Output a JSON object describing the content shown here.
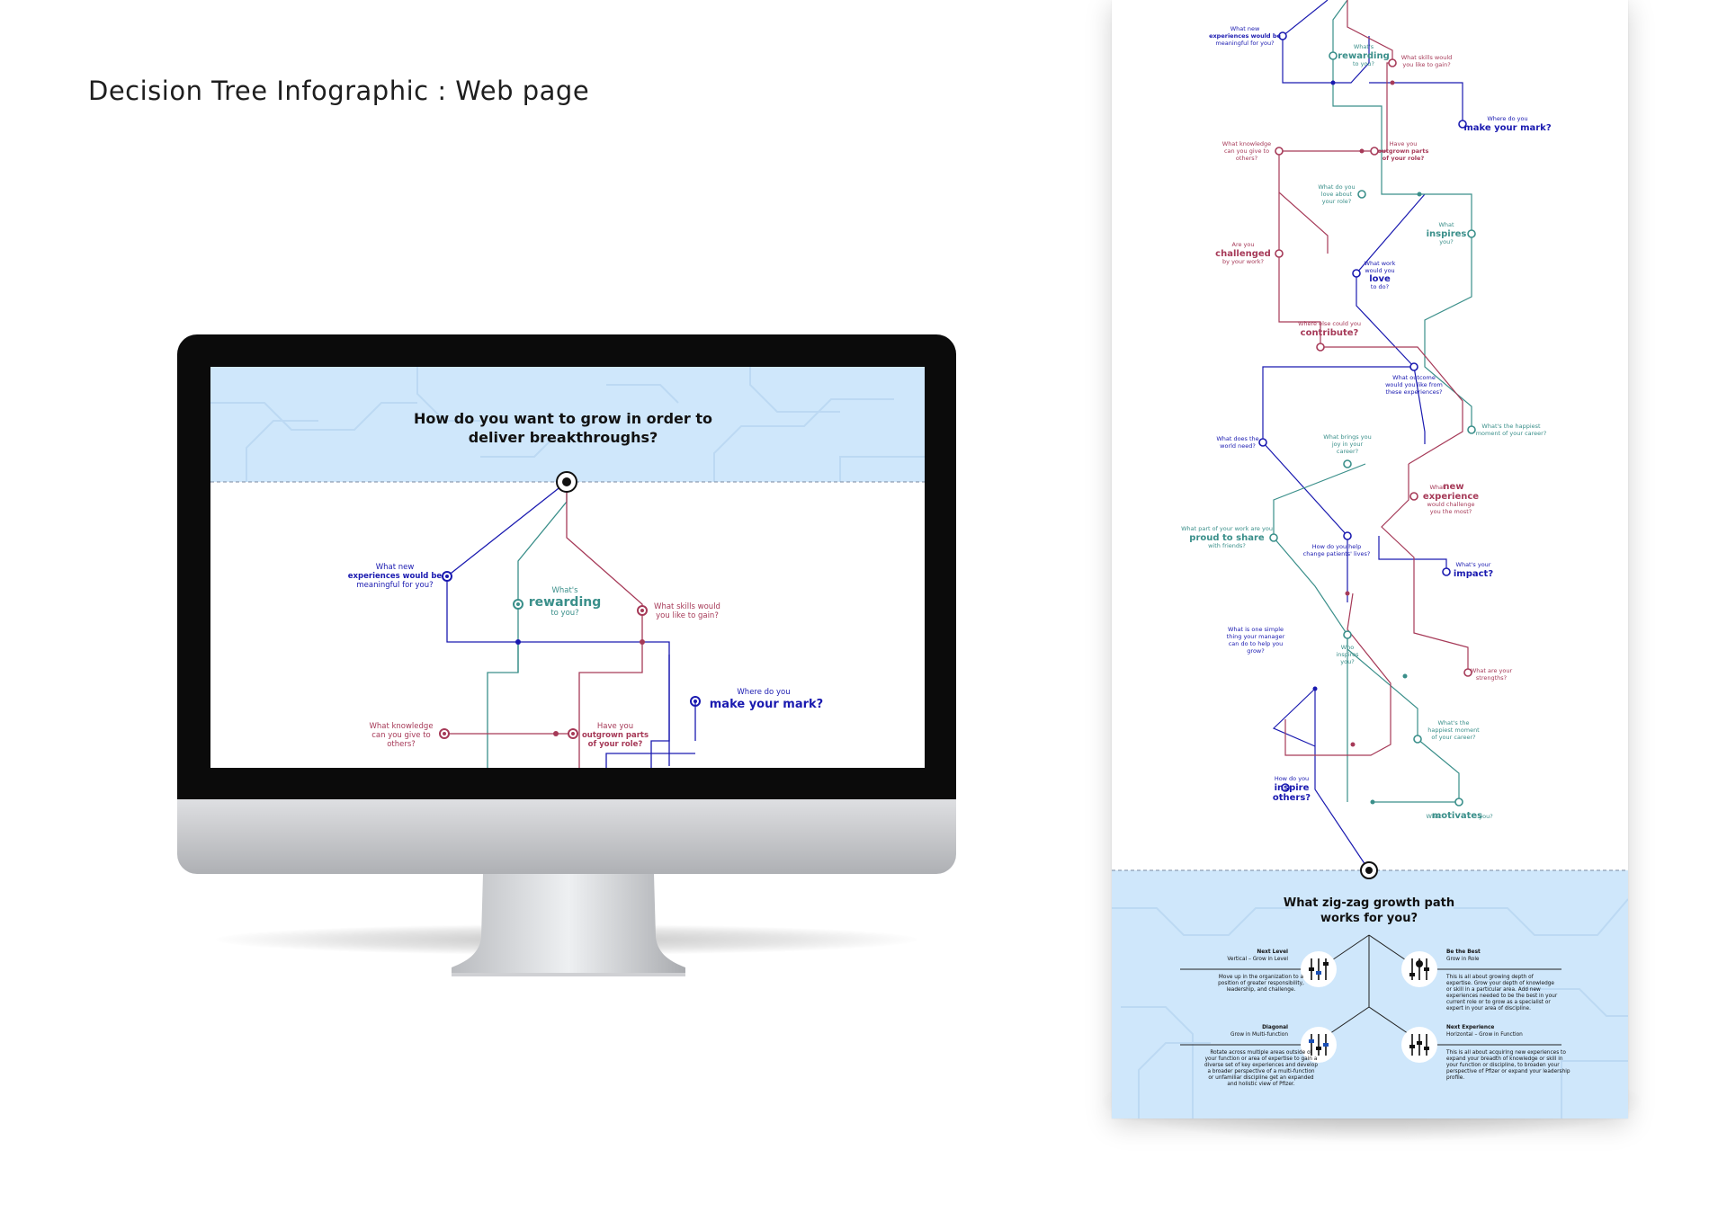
{
  "page_title": "Decision Tree Infographic : Web page",
  "colors": {
    "blue": "#1a1ab0",
    "teal": "#3a8f8a",
    "maroon": "#a63a58",
    "light_blue": "#cfe7fb"
  },
  "monitor_screen": {
    "heading_line1": "How do you want to grow in order to",
    "heading_line2": "deliver breakthroughs?",
    "nodes": {
      "new_exp": [
        "What new",
        "experiences would be",
        "meaningful for you?"
      ],
      "rewarding": [
        "What's",
        "rewarding",
        "to you?"
      ],
      "skills": [
        "What skills would",
        "you like to gain?"
      ],
      "mark": [
        "Where do you",
        "make your mark?"
      ],
      "knowledge": [
        "What knowledge",
        "can you give to",
        "others?"
      ],
      "outgrown": [
        "Have you",
        "outgrown parts",
        "of your role?"
      ]
    }
  },
  "long_page": {
    "nodes": {
      "new_exp": [
        "What new",
        "experiences would be",
        "meaningful for you?"
      ],
      "rewarding": [
        "What's",
        "rewarding",
        "to you?"
      ],
      "skills": [
        "What skills would",
        "you like to gain?"
      ],
      "mark": [
        "Where do you",
        "make your mark?"
      ],
      "knowledge": [
        "What knowledge",
        "can you give to",
        "others?"
      ],
      "outgrown": [
        "Have you",
        "outgrown parts",
        "of your role?"
      ],
      "love_role": [
        "What do you",
        "love about",
        "your role?"
      ],
      "inspires": [
        "What",
        "inspires",
        "you?"
      ],
      "challenged": [
        "Are you",
        "challenged",
        "by your work?"
      ],
      "love_to_do": [
        "What work",
        "would you",
        "love",
        "to do?"
      ],
      "contribute": [
        "Where else could you",
        "contribute?"
      ],
      "outcome": [
        "What outcome",
        "would you like from",
        "these experiences?"
      ],
      "world_need": [
        "What does the",
        "world need?"
      ],
      "joy": [
        "What brings you",
        "joy in your",
        "career?"
      ],
      "happiest1": [
        "What's the happiest",
        "moment of your career?"
      ],
      "new_experience": [
        "What",
        "new",
        "experience",
        "would challenge",
        "you the most?"
      ],
      "proud": [
        "What part of your work are you",
        "proud to share",
        "with friends?"
      ],
      "patients": [
        "How do you help",
        "change patients' lives?"
      ],
      "impact": [
        "What's your",
        "impact?"
      ],
      "one_simple": [
        "What is one simple",
        "thing your manager",
        "can do to help you",
        "grow?"
      ],
      "who_inspires": [
        "Who",
        "inspires",
        "you?"
      ],
      "strengths": [
        "What are your",
        "strengths?"
      ],
      "happiest2": [
        "What's the",
        "happiest moment",
        "of your career?"
      ],
      "inspire_others": [
        "How do you",
        "inspire",
        "others?"
      ],
      "motivates": [
        "What",
        "motivates",
        "you?"
      ]
    },
    "footer": {
      "heading_line1": "What zig-zag growth path",
      "heading_line2": "works for you?",
      "paths": [
        {
          "title": "Next Level",
          "subtitle": "Vertical – Grow in Level",
          "desc": [
            "Move up in the organization to a",
            "position of greater responsibility,",
            "leadership, and challenge."
          ]
        },
        {
          "title": "Be the Best",
          "subtitle": "Grow in Role",
          "desc": [
            "This is all about growing depth of",
            "expertise. Grow your depth of knowledge",
            "or skill in a particular area. Add new",
            "experiences needed to be the best in your",
            "current role or to grow as a specialist or",
            "expert in your area of discipline."
          ]
        },
        {
          "title": "Diagonal",
          "subtitle": "Grow in Multi-function",
          "desc": [
            "Rotate across multiple areas outside of",
            "your function or area of expertise to gain a",
            "diverse set of key experiences and develop",
            "a broader perspective of a multi-function",
            "or unfamiliar discipline get an expanded",
            "and holistic view of Pfizer."
          ]
        },
        {
          "title": "Next Experience",
          "subtitle": "Horizontal – Grow in Function",
          "desc": [
            "This is all about acquiring new experiences to",
            "expand your breadth of knowledge or skill in",
            "your function or discipline, to broaden your",
            "perspective of Pfizer or expand your leadership",
            "profile."
          ]
        }
      ]
    }
  }
}
